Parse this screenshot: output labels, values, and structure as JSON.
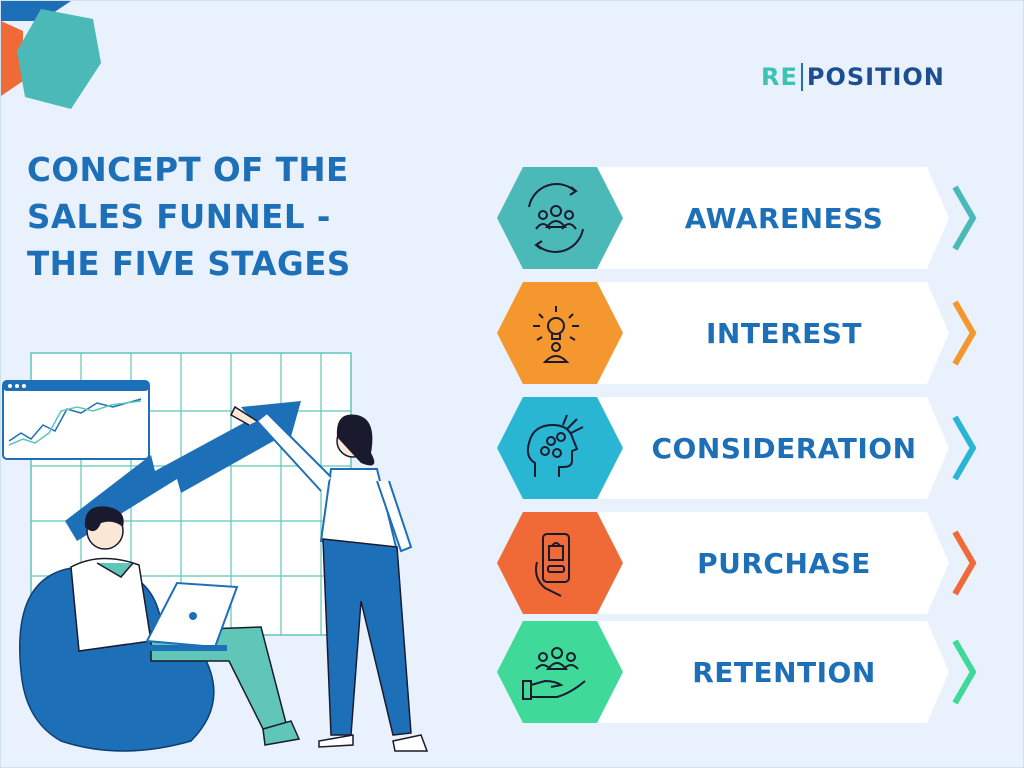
{
  "brand": {
    "re": "RE",
    "position": "POSITION"
  },
  "heading": {
    "line1": "CONCEPT OF THE",
    "line2": "SALES FUNNEL -",
    "line3": "THE FIVE STAGES"
  },
  "stages": [
    {
      "label": "AWARENESS",
      "icon": "audience-cycle-icon",
      "color": "#4cb9b9"
    },
    {
      "label": "INTEREST",
      "icon": "idea-person-icon",
      "color": "#f3972e"
    },
    {
      "label": "CONSIDERATION",
      "icon": "thinking-head-icon",
      "color": "#29b6d3"
    },
    {
      "label": "PURCHASE",
      "icon": "phone-shopping-icon",
      "color": "#ef6a36"
    },
    {
      "label": "RETENTION",
      "icon": "hand-group-icon",
      "color": "#3fd99a"
    }
  ]
}
